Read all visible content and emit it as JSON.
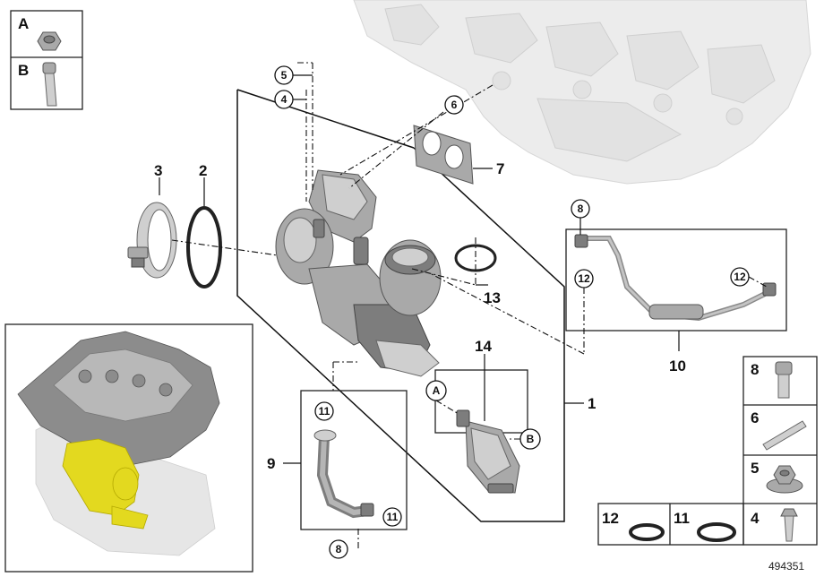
{
  "legend_top": {
    "a_label": "A",
    "b_label": "B"
  },
  "callouts": {
    "c1": "1",
    "c2": "2",
    "c3": "3",
    "c7": "7",
    "c9": "9",
    "c10": "10",
    "c13": "13",
    "c14": "14"
  },
  "circled": {
    "c5": "5",
    "c4": "4",
    "c6": "6",
    "c8a": "8",
    "c12a": "12",
    "c12b": "12",
    "c11a": "11",
    "c11b": "11",
    "c8b": "8",
    "cA": "A",
    "cB": "B"
  },
  "parts_legend": {
    "p8": "8",
    "p6": "6",
    "p5": "5",
    "p12": "12",
    "p11": "11",
    "p4": "4"
  },
  "document_number": "494351",
  "colors": {
    "highlight": "#e3d91f",
    "metal": "#a9a9a9",
    "ghost_engine": "#ececec"
  }
}
